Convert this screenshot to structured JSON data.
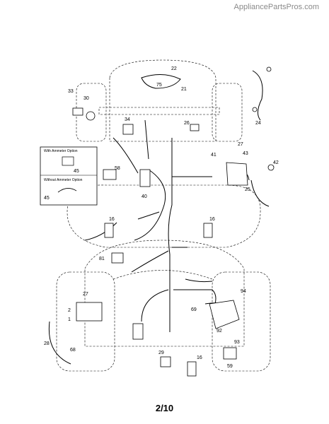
{
  "watermark": "AppliancePartsPros.com",
  "page_number": "2/10",
  "inset": {
    "with_ammeter": "With Ammeter Option",
    "with_ammeter_part": "45",
    "without_ammeter": "Without Ammeter Option",
    "without_ammeter_part": "45"
  },
  "callouts": [
    "22",
    "75",
    "21",
    "33",
    "30",
    "24",
    "34",
    "26",
    "27",
    "41",
    "43",
    "42",
    "58",
    "40",
    "25",
    "16",
    "16",
    "81",
    "27",
    "2",
    "1",
    "68",
    "28",
    "69",
    "94",
    "92",
    "93",
    "29",
    "16",
    "59"
  ]
}
